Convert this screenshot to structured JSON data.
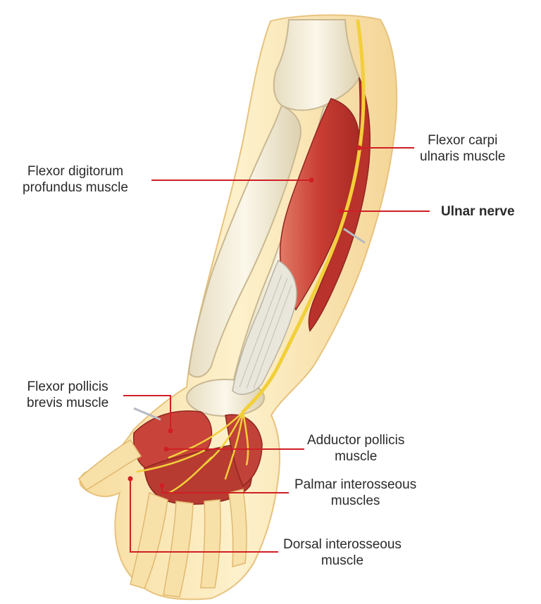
{
  "labels": {
    "flexor_carpi_ulnaris": {
      "line1": "Flexor carpi",
      "line2": "ulnaris muscle"
    },
    "flexor_digitorum_profundus": {
      "line1": "Flexor digitorum",
      "line2": "profundus muscle"
    },
    "ulnar_nerve": {
      "line1": "Ulnar nerve"
    },
    "flexor_pollicis_brevis": {
      "line1": "Flexor pollicis",
      "line2": "brevis muscle"
    },
    "adductor_pollicis": {
      "line1": "Adductor pollicis",
      "line2": "muscle"
    },
    "palmar_interosseous": {
      "line1": "Palmar interosseous",
      "line2": "muscles"
    },
    "dorsal_interosseous": {
      "line1": "Dorsal interosseous",
      "line2": "muscle"
    }
  },
  "colors": {
    "leader_line": "#d01f25",
    "skin": "#fbe9b8",
    "bone": "#f3ecd6",
    "muscle": "#c8423a",
    "nerve": "#f2cf3a",
    "tendon": "#e6e3da"
  }
}
